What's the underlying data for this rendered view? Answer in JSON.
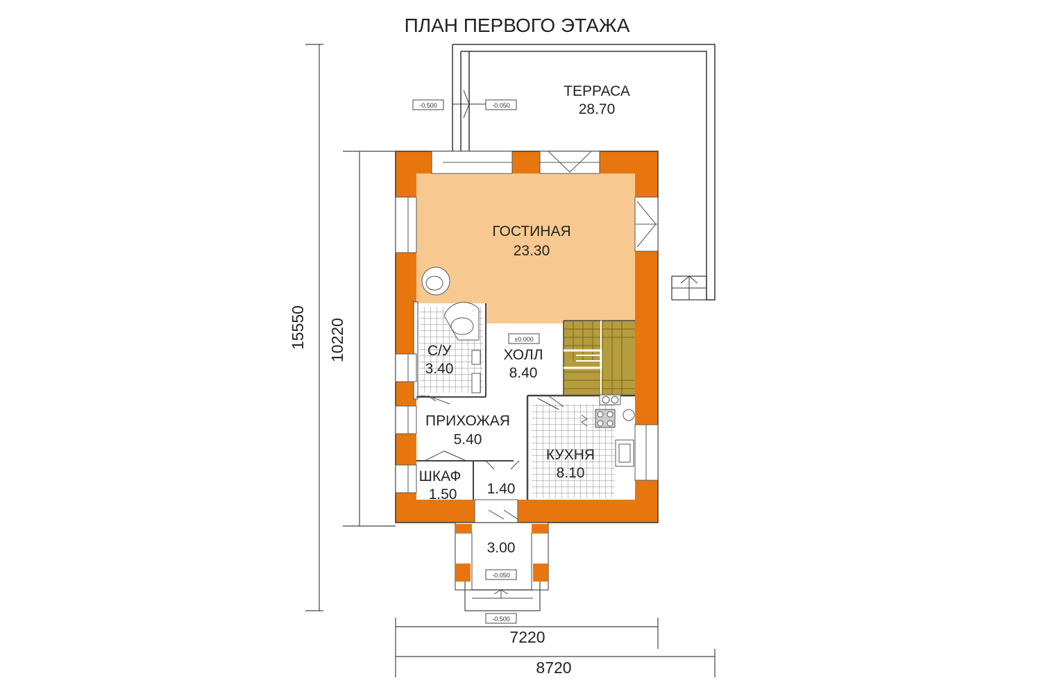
{
  "title": "ПЛАН ПЕРВОГО ЭТАЖА",
  "rooms": {
    "terrace": {
      "name": "ТЕРРАСА",
      "area": "28.70"
    },
    "living": {
      "name": "ГОСТИНАЯ",
      "area": "23.30"
    },
    "bathroom": {
      "name": "С/У",
      "area": "3.40"
    },
    "hall": {
      "name": "ХОЛЛ",
      "area": "8.40"
    },
    "entrance": {
      "name": "ПРИХОЖАЯ",
      "area": "5.40"
    },
    "kitchen": {
      "name": "КУХНЯ",
      "area": "8.10"
    },
    "closet": {
      "name": "ШКАФ",
      "area": "1.50"
    },
    "vestibule": {
      "area": "1.40"
    },
    "porch": {
      "area": "3.00"
    }
  },
  "levels": {
    "terrace_step": "-0.500",
    "terrace": "-0.050",
    "floor": "±0.000",
    "porch": "-0.050",
    "porch_step": "-0.500"
  },
  "dimensions": {
    "total_height": "15550",
    "house_height": "10220",
    "house_width": "7220",
    "total_width": "8720"
  },
  "colors": {
    "wall": "#e8760f",
    "living_floor": "#f7c990",
    "stair": "#b59c3c",
    "tile": "#8a8a8a",
    "line": "#333333"
  }
}
